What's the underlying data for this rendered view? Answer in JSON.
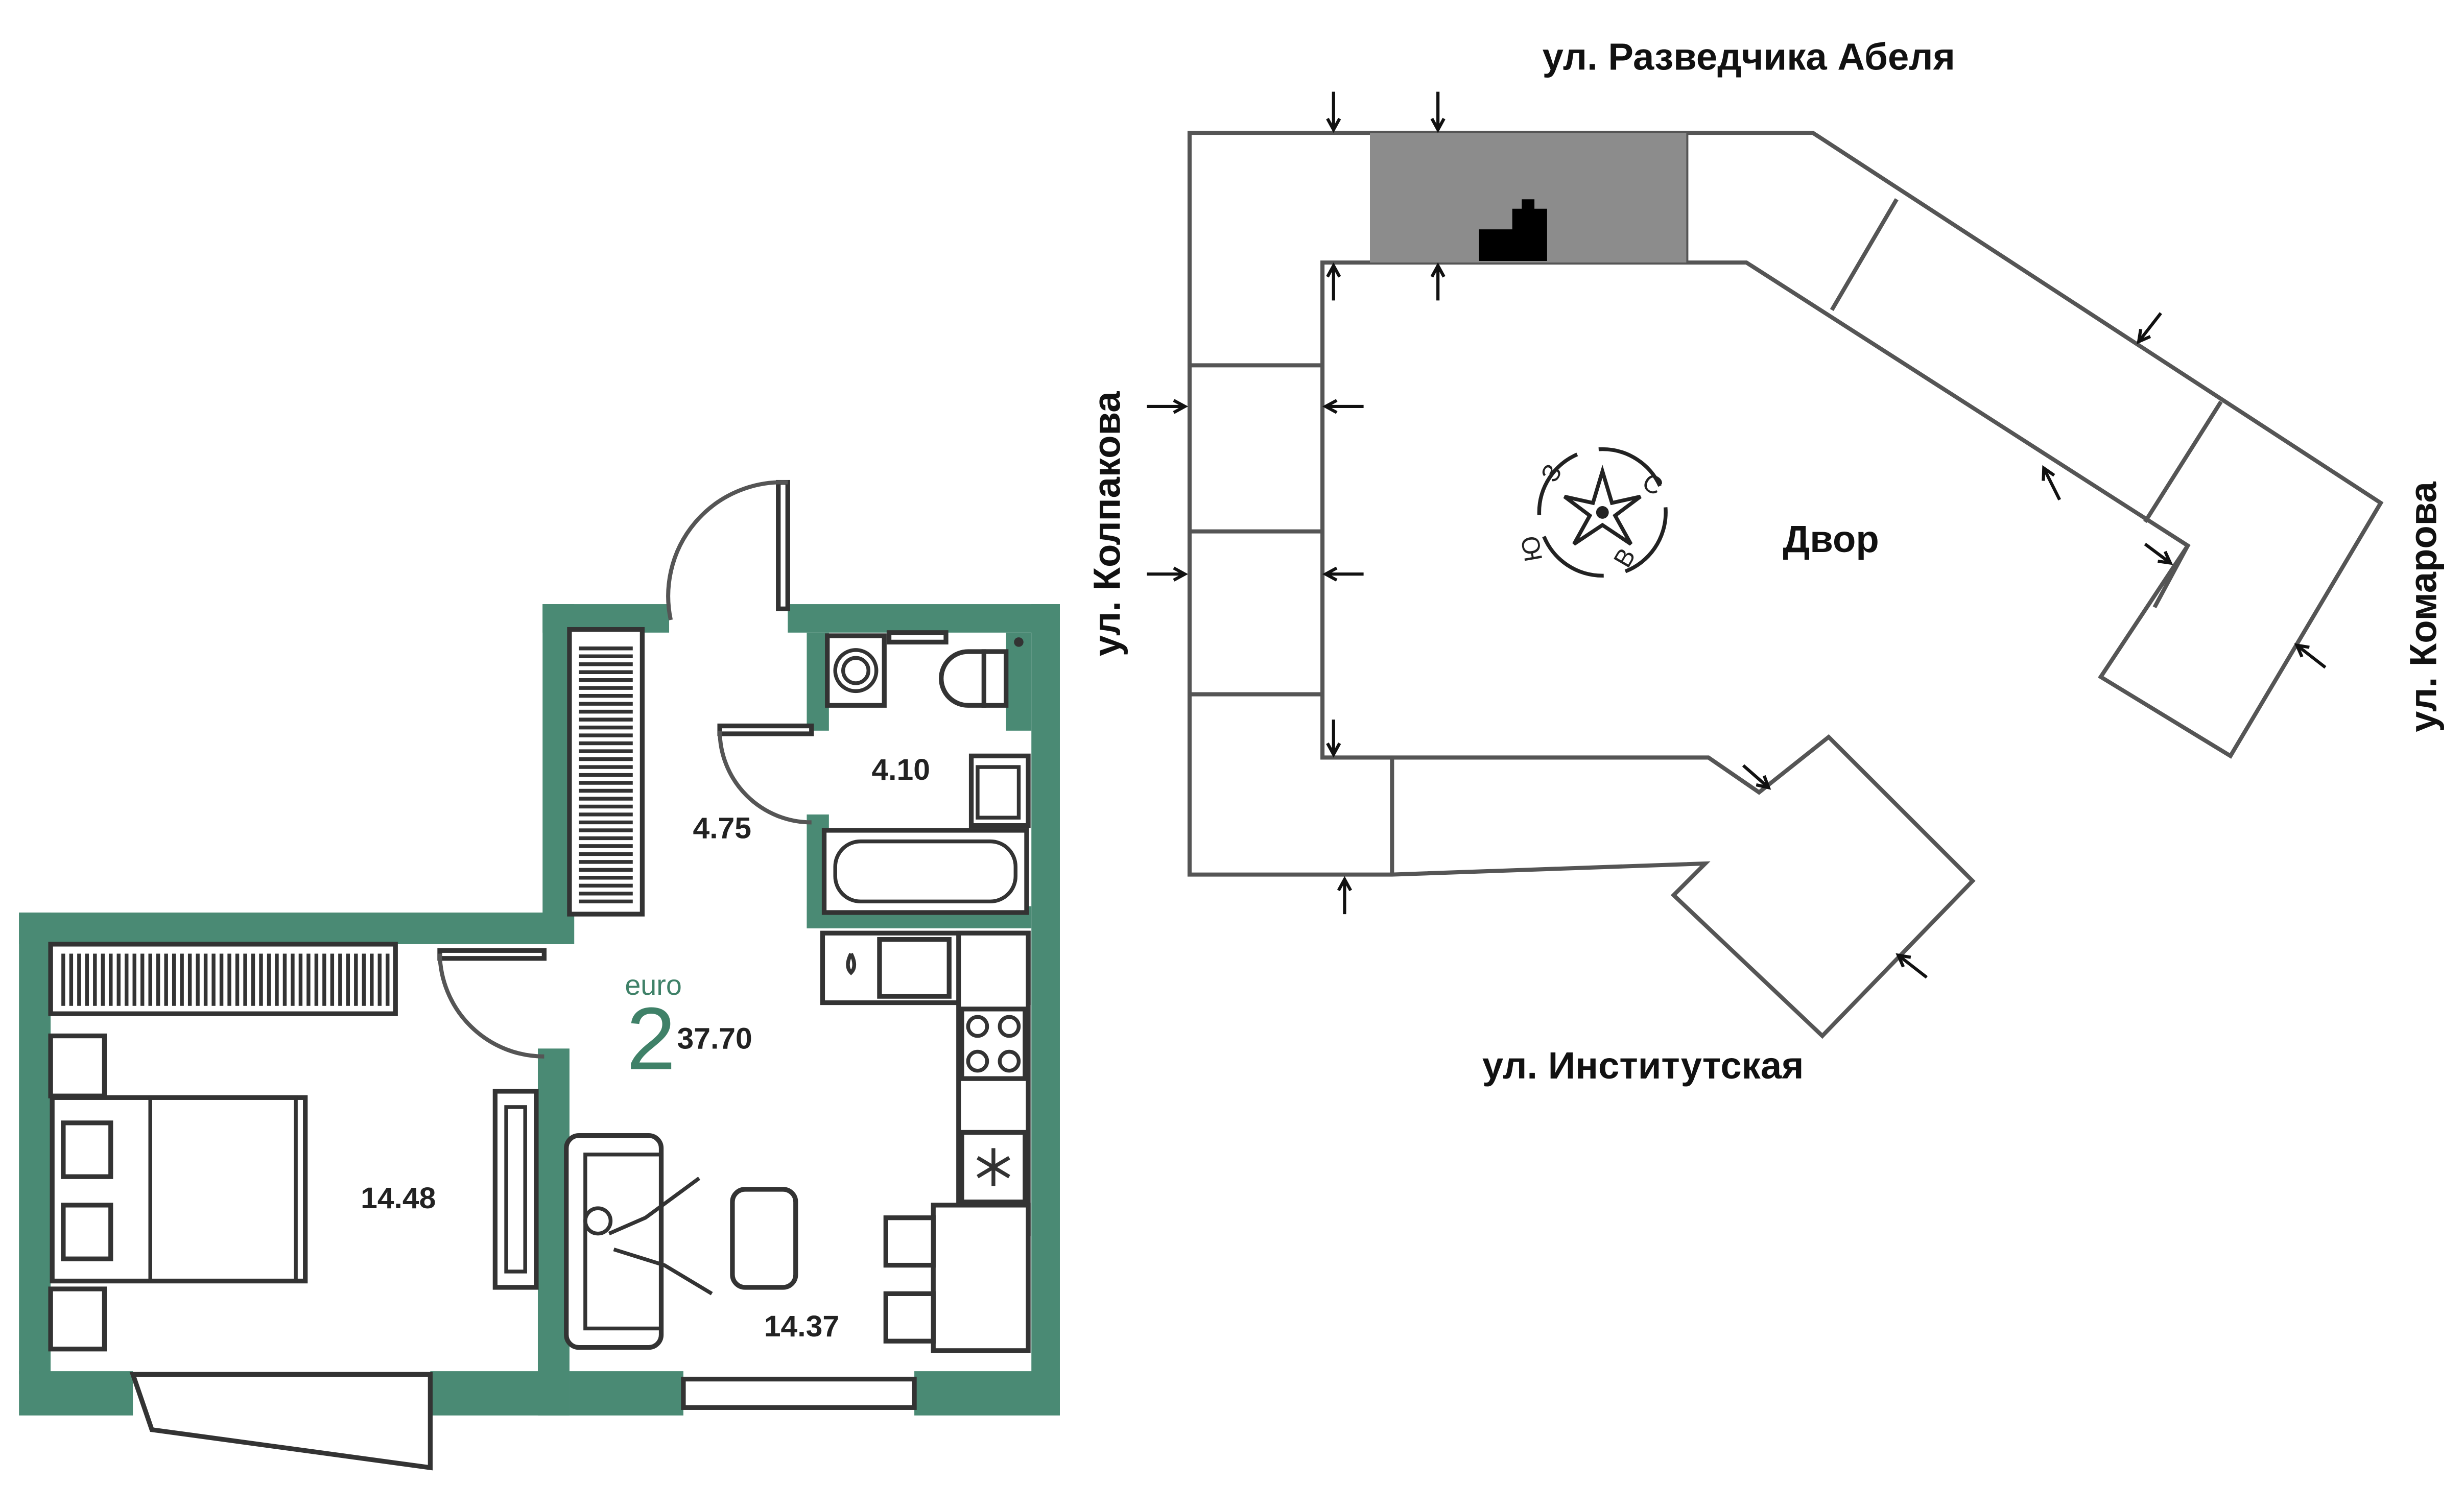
{
  "colors": {
    "wall": "#4a8a74",
    "accent": "#3f8168",
    "section_grey": "#8c8c8c",
    "apartment_marker": "#000000",
    "line": "#555555"
  },
  "apartment": {
    "type_label": "euro",
    "rooms": "2",
    "total_area": "37.70",
    "room_areas": {
      "hall": "4.75",
      "bathroom": "4.10",
      "bedroom": "14.48",
      "living_kitchen": "14.37"
    }
  },
  "site_plan": {
    "streets": {
      "top": "ул. Разведчика Абеля",
      "left": "ул. Колпакова",
      "right": "ул. Комарова",
      "bottom": "ул. Институтская"
    },
    "courtyard_label": "Двор",
    "compass": {
      "north": "С",
      "east": "В",
      "south": "Ю",
      "west": "З",
      "icon": "compass-rose-icon"
    },
    "icons": {
      "entrance": "entrance-arrow-icon",
      "apartment_marker": "apartment-location-icon"
    }
  }
}
